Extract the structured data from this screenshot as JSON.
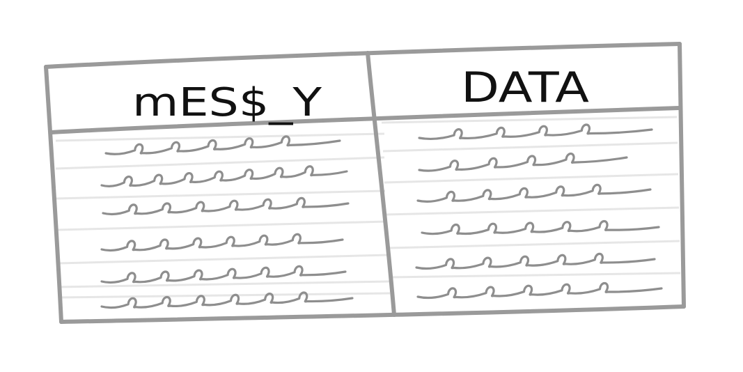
{
  "table": {
    "columns": [
      {
        "header": "mES$_Y",
        "row_count": 6
      },
      {
        "header": "DATA",
        "row_count": 6
      }
    ]
  },
  "colors": {
    "frame": "#9a9a9a",
    "ruled_line": "#e6e6e6",
    "scribble": "#8e8e8e",
    "header_text": "#111111"
  }
}
